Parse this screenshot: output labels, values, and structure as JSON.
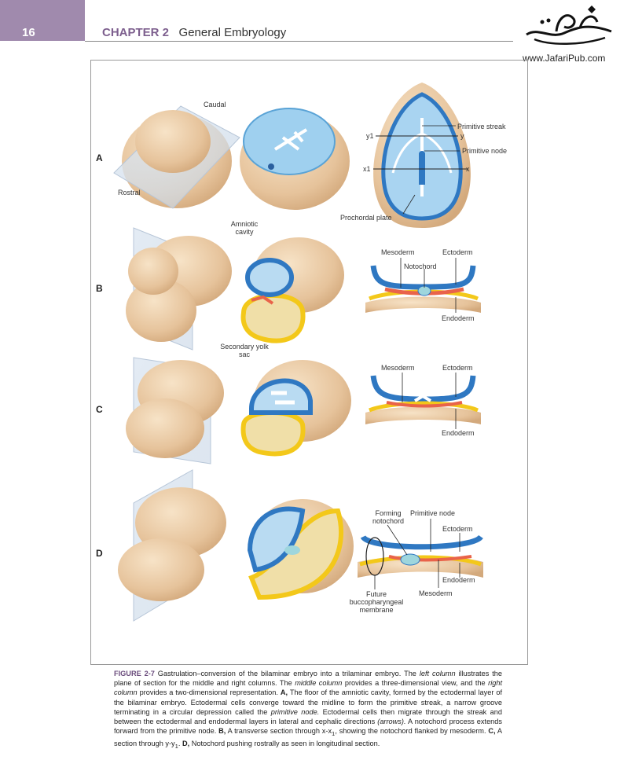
{
  "header": {
    "page_number": "16",
    "chapter_label": "CHAPTER 2",
    "chapter_title": "General Embryology",
    "site": "www.JafariPub.com"
  },
  "colors": {
    "tab": "#a08aad",
    "chapter": "#7d5f8e",
    "tissue": "#e9c9a3",
    "ectoderm_blue": "#2f78c2",
    "amnion_light_blue": "#b9dbf2",
    "endoderm_yellow": "#f3c81a",
    "yolk": "#f0dfa8",
    "mesoderm_red": "#e9634a",
    "notochord_teal": "#9ed6dd"
  },
  "figure": {
    "rows": [
      "A",
      "B",
      "C",
      "D"
    ],
    "labels": {
      "caudal": "Caudal",
      "rostral": "Rostral",
      "primitive_streak": "Primitive streak",
      "y1": "y1",
      "y": "y",
      "primitive_node": "Primitive node",
      "x1": "x1",
      "x": "x",
      "prochordal_plate": "Prochordal plate",
      "amniotic_cavity": "Amniotic cavity",
      "mesoderm_b": "Mesoderm",
      "ectoderm_b": "Ectoderm",
      "notochord_b": "Notochord",
      "endoderm_b": "Endoderm",
      "secondary_yolk_sac": "Secondary yolk sac",
      "mesoderm_c": "Mesoderm",
      "ectoderm_c": "Ectoderm",
      "endoderm_c": "Endoderm",
      "forming_notochord": "Forming notochord",
      "primitive_node_d": "Primitive node",
      "ectoderm_d": "Ectoderm",
      "endoderm_d": "Endoderm",
      "mesoderm_d": "Mesoderm",
      "future_bucco": "Future buccopharyngeal membrane"
    }
  },
  "caption": {
    "label": "FIGURE 2-7",
    "p1": " Gastrulation–conversion of the bilaminar embryo into a trilaminar embryo. The ",
    "i1": "left column",
    "p2": " illustrates the plane of section for the middle and right columns. The ",
    "i2": "middle column",
    "p3": " provides a three-dimensional view, and the ",
    "i3": "right column",
    "p4": " provides a two-dimensional representation. ",
    "b_a": "A,",
    "p5": " The floor of the amniotic cavity, formed by the ectodermal layer of the bilaminar embryo. Ectodermal cells converge toward the midline to form the primitive streak, a narrow groove terminating in a circular depression called the ",
    "i4": "primitive node.",
    "p6": " Ectodermal cells then migrate through the streak and between the ectodermal and endodermal layers in lateral and cephalic directions ",
    "i5": "(arrows).",
    "p7": " A notochord process extends forward from the primitive node. ",
    "b_b": "B,",
    "p8": " A transverse section through x-x",
    "sub1": "1",
    "p9": ", showing the notochord flanked by mesoderm. ",
    "b_c": "C,",
    "p10": " A section through y-y",
    "sub2": "1",
    "p11": ". ",
    "b_d": "D,",
    "p12": " Notochord pushing rostrally as seen in longitudinal section."
  }
}
